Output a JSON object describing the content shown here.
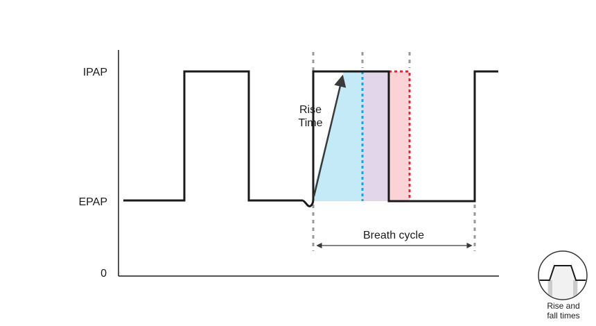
{
  "diagram": {
    "y_labels": {
      "ipap": "IPAP",
      "epap": "EPAP",
      "zero": "0"
    },
    "rise_time_label": [
      "Rise",
      "Time"
    ],
    "breath_cycle_label": "Breath cycle",
    "colors": {
      "waveform": "#1a1a1a",
      "rise_fill": "#c3eaf6",
      "plateau_fill": "#e2d6ea",
      "fall_fill": "#fbd3d7",
      "blue_marker": "#1aa3d9",
      "red_marker": "#e52330",
      "guide": "#999999",
      "arrow": "#3a3a3a"
    }
  },
  "badge": {
    "icon": "rise-and-fall-waveform-icon",
    "caption": [
      "Rise and",
      "fall times"
    ]
  }
}
